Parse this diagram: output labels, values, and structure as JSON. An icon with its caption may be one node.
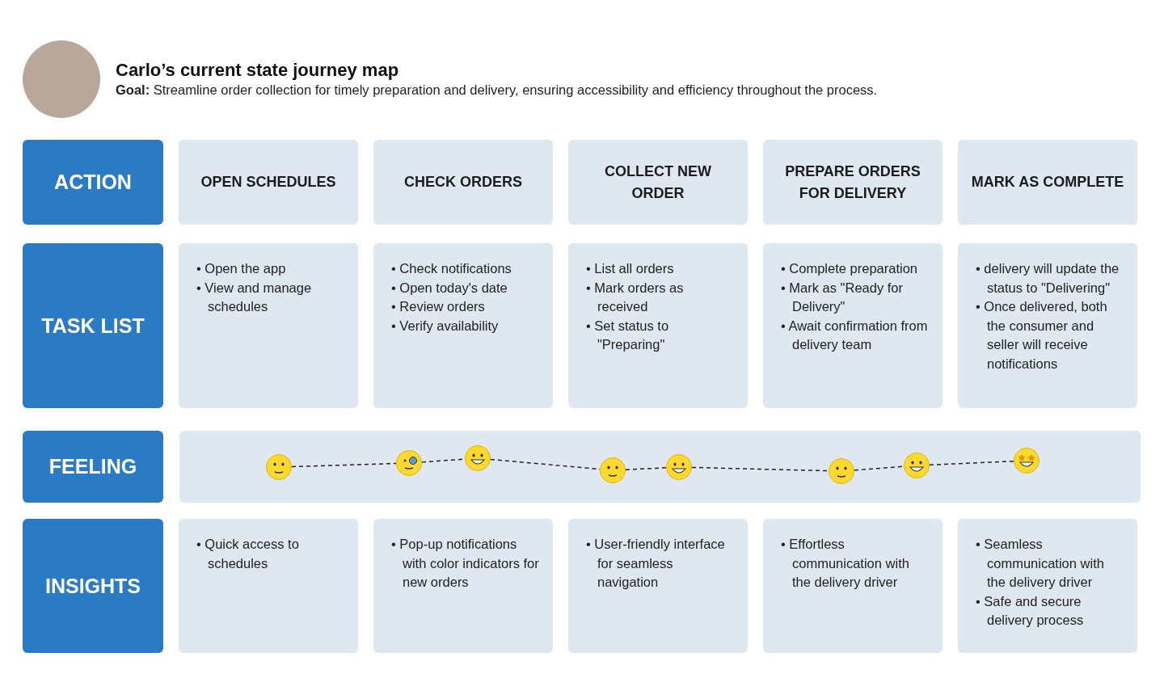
{
  "diagram": {
    "title": "Carlo’s current state journey map",
    "nodes": [
      {
        "text": [
          "ACTION"
        ]
      },
      {
        "text": [
          "OPEN SCHEDULES"
        ]
      },
      {
        "text": [
          "CHECK ORDERS"
        ]
      },
      {
        "text": [
          "COLLECT NEW ORDER"
        ]
      },
      {
        "text": [
          "PREPARE ORDERS FOR DELIVERY"
        ]
      },
      {
        "text": [
          "MARK AS COMPLETE"
        ]
      },
      {
        "text": [
          "TASK LIST"
        ]
      },
      {
        "text": [
          "• Open the app",
          "• View and manage schedules"
        ]
      },
      {
        "text": [
          "• Check notifications",
          "• Open today's date",
          "• Review orders",
          "• Verify availability"
        ]
      },
      {
        "text": [
          "• List all orders",
          "• Mark orders as received",
          "• Set status to \"Preparing\""
        ]
      },
      {
        "text": [
          "• Complete preparation",
          "• Mark as \"Ready for Delivery\"",
          "• Await confirmation from delivery team"
        ]
      },
      {
        "text": [
          "• delivery will update the status to \"Delivering\"",
          "• Once delivered, both the consumer and seller will receive notifications"
        ]
      },
      {
        "text": [
          "FEELING"
        ]
      },
      {
        "text": [],
        "shape": "box"
      },
      {
        "text": [],
        "shape": "picture",
        "in": 13
      },
      {
        "text": [],
        "shape": "picture",
        "in": 13
      },
      {
        "text": [],
        "shape": "picture",
        "in": 13
      },
      {
        "text": [],
        "shape": "picture",
        "in": 13
      },
      {
        "text": [],
        "shape": "picture",
        "in": 13
      },
      {
        "text": [],
        "shape": "picture",
        "in": 13
      },
      {
        "text": [],
        "shape": "picture",
        "in": 13
      },
      {
        "text": [],
        "shape": "picture",
        "in": 13
      },
      {
        "text": [
          "INSIGHTS"
        ]
      },
      {
        "text": [
          "• Quick access to schedules"
        ]
      },
      {
        "text": [
          "• Pop-up notifications with color indicators for new orders"
        ]
      },
      {
        "text": [
          "• User-friendly interface for seamless navigation"
        ]
      },
      {
        "text": [
          "• Effortless communication with the delivery driver"
        ]
      },
      {
        "text": [
          "• Seamless communication with the delivery driver",
          "• Safe and secure delivery process"
        ]
      }
    ],
    "edges": [
      {
        "from": 14,
        "to": 15,
        "arrow": "none",
        "style": "dashed"
      },
      {
        "from": 15,
        "to": 16,
        "arrow": "none",
        "style": "dashed"
      },
      {
        "from": 16,
        "to": 17,
        "arrow": "none",
        "style": "dashed"
      },
      {
        "from": 17,
        "to": 18,
        "arrow": "none",
        "style": "dashed"
      },
      {
        "from": 18,
        "to": 19,
        "arrow": "none",
        "style": "dashed"
      },
      {
        "from": 19,
        "to": 20,
        "arrow": "none",
        "style": "dashed"
      },
      {
        "from": 20,
        "to": 21,
        "arrow": "none",
        "style": "dashed"
      }
    ],
    "labels": [
      "**Goal:** Streamline order collection for timely preparation and delivery, ensuring accessibility and efficiency throughout the process."
    ]
  }
}
